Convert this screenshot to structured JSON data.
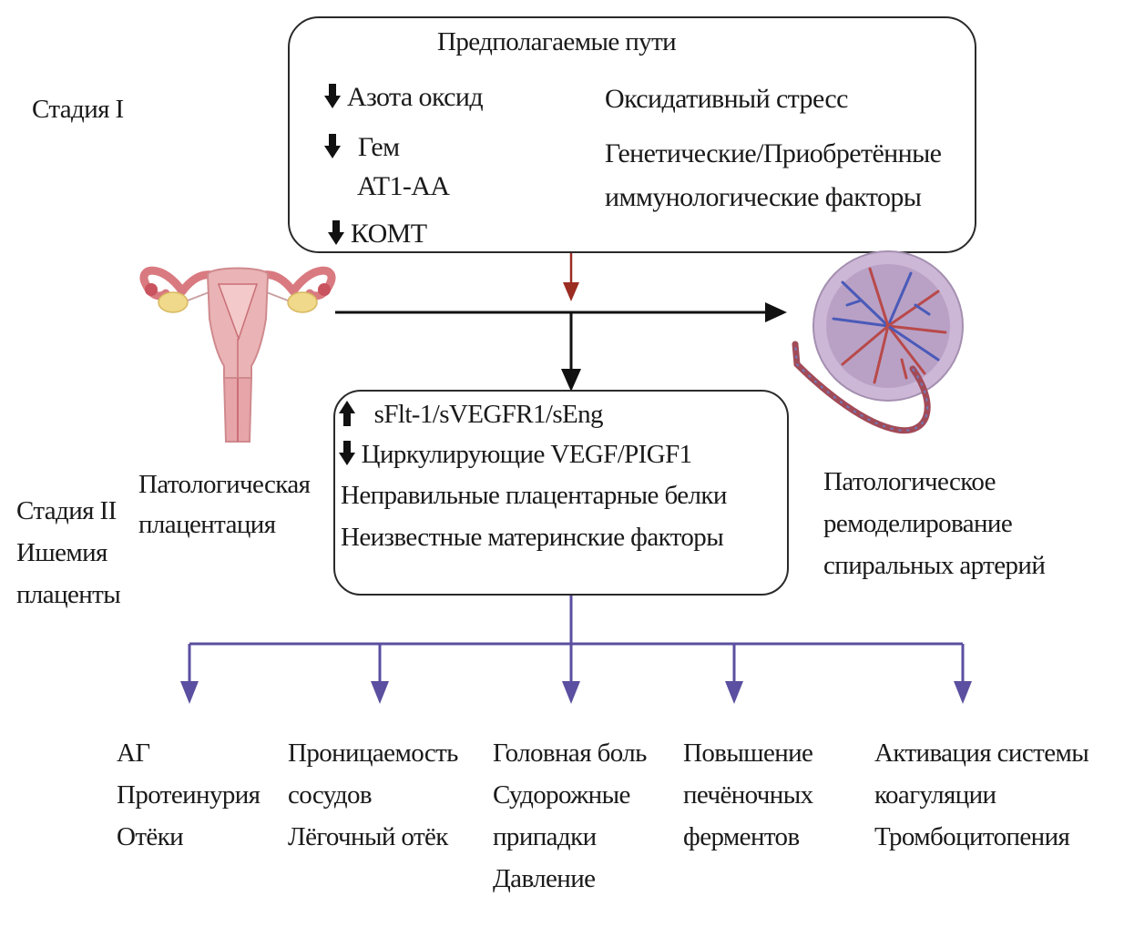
{
  "stage1": {
    "label": "Стадия I"
  },
  "stage2": {
    "lines": [
      "Стадия II",
      "Ишемия",
      "плаценты"
    ]
  },
  "top_box": {
    "title": "Предполагаемые пути",
    "left_items": [
      {
        "text": "Азота оксид",
        "arrow": "down"
      },
      {
        "text": "Гем",
        "arrow": "down"
      },
      {
        "text": "AT1-AA",
        "arrow": "none"
      },
      {
        "text": "КОМТ",
        "arrow": "down"
      }
    ],
    "right_items": [
      "Оксидативный стресс",
      "Генетические/Приобретённые",
      "иммунологические факторы"
    ]
  },
  "left_caption": {
    "lines": [
      "Патологическая",
      "плацентация"
    ]
  },
  "right_caption": {
    "lines": [
      "Патологическое",
      "ремоделирование",
      "спиральных артерий"
    ]
  },
  "middle_box": {
    "items": [
      {
        "text": "sFlt-1/sVEGFR1/sEng",
        "arrow": "up"
      },
      {
        "text": "Циркулирующие VEGF/PIGF1",
        "arrow": "down"
      },
      {
        "text": "Неправильные плацентарные белки",
        "arrow": "none"
      },
      {
        "text": "Неизвестные материнские факторы",
        "arrow": "none"
      }
    ]
  },
  "outcomes": [
    {
      "lines": [
        "АГ",
        "Протеинурия",
        "Отёки"
      ]
    },
    {
      "lines": [
        "Проницаемость",
        "сосудов",
        "Лёгочный отёк"
      ]
    },
    {
      "lines": [
        "Головная боль",
        "Судорожные",
        "припадки",
        "Давление"
      ]
    },
    {
      "lines": [
        "Повышение",
        "печёночных",
        "ферментов"
      ]
    },
    {
      "lines": [
        "Активация системы",
        "коагуляции",
        "Тромбоцитопения"
      ]
    }
  ],
  "colors": {
    "red_arrow": "#9b2c22",
    "black_arrow": "#111111",
    "purple_arrow": "#5a4fa0",
    "uterus_pink": "#e8a8aa",
    "ovary_yellow": "#f0d98a",
    "placenta_lilac": "#c9b3d4",
    "vessel_red": "#b84a4a",
    "vessel_blue": "#4a5ab8"
  },
  "icons": {
    "uterus": "uterus-illustration",
    "placenta": "placenta-illustration"
  }
}
